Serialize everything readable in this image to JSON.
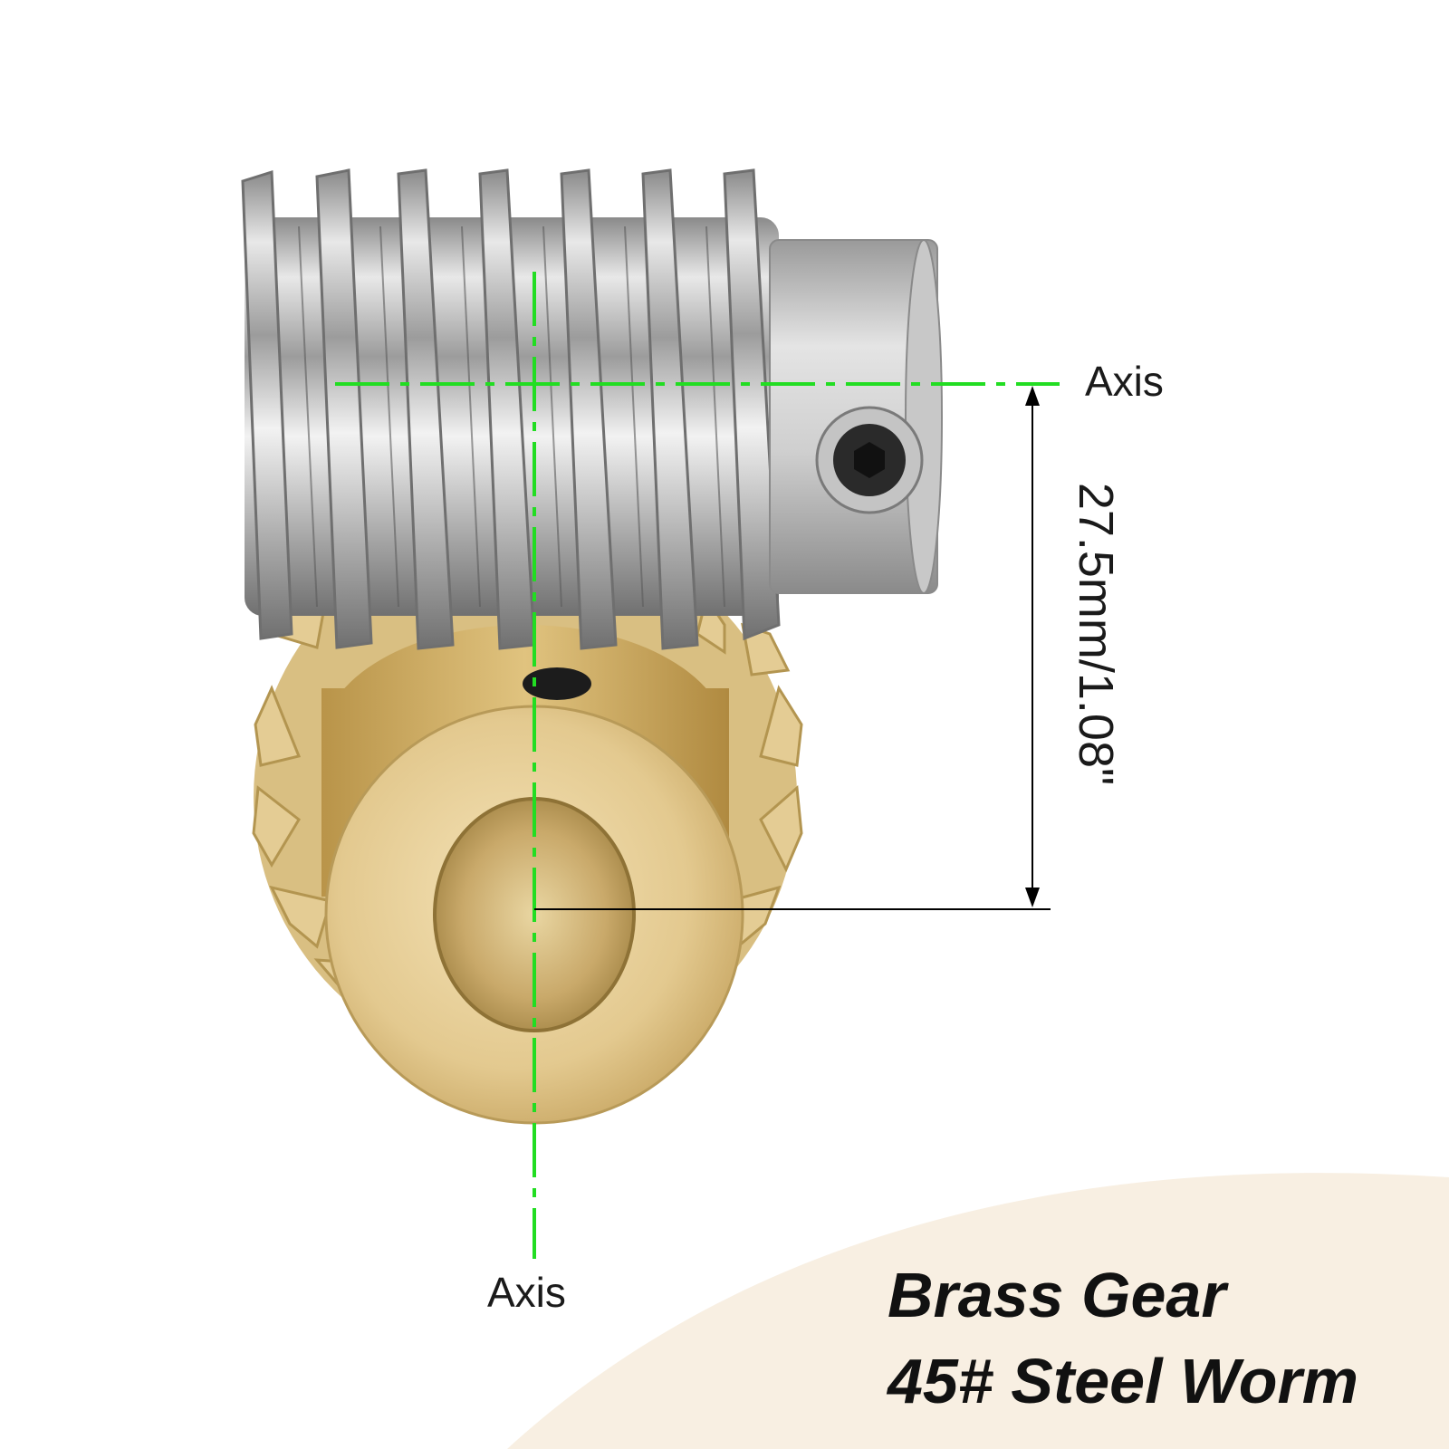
{
  "labels": {
    "axis_horizontal": "Axis",
    "axis_vertical": "Axis",
    "dimension": "27.5mm/1.08\""
  },
  "caption": {
    "line1": "Brass Gear",
    "line2": "45# Steel Worm"
  },
  "colors": {
    "axis_line": "#22dd22",
    "dimension_line": "#000000",
    "brass": "#d8bf84",
    "steel": "#b9b9b9",
    "corner_blob": "#f8efe2"
  }
}
